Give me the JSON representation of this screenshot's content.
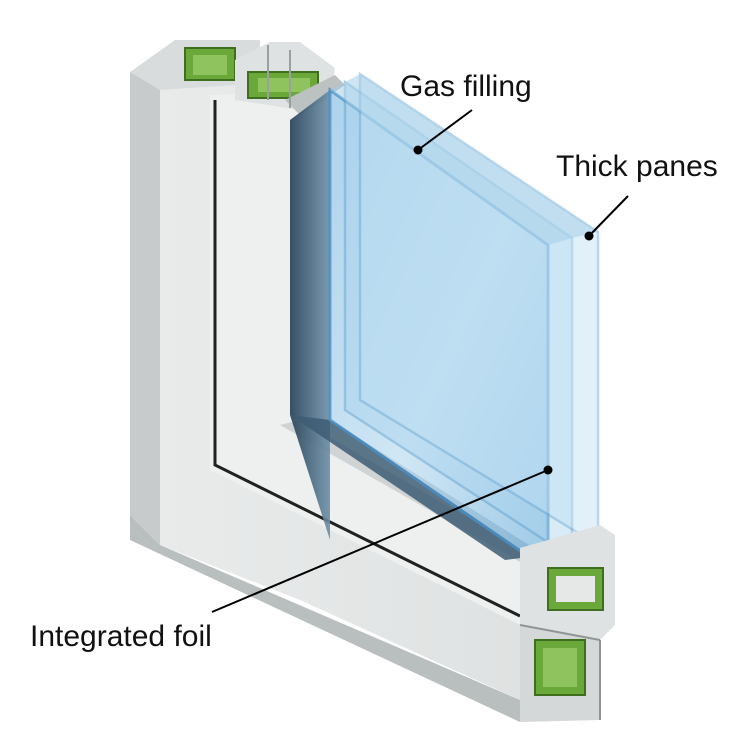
{
  "labels": {
    "gas_filling": "Gas filling",
    "thick_panes": "Thick panes",
    "integrated_foil": "Integrated foil"
  },
  "colors": {
    "frame_face": "#e6e8e8",
    "frame_side": "#c9cdcd",
    "frame_shadow": "#a9aeae",
    "seal": "#1e2222",
    "insulation_green": "#6aa83a",
    "glass_blue": "#7fb6dc",
    "glass_edge": "#4a8fc4",
    "glass_dark": "#1f3c55",
    "callout": "#000000"
  }
}
